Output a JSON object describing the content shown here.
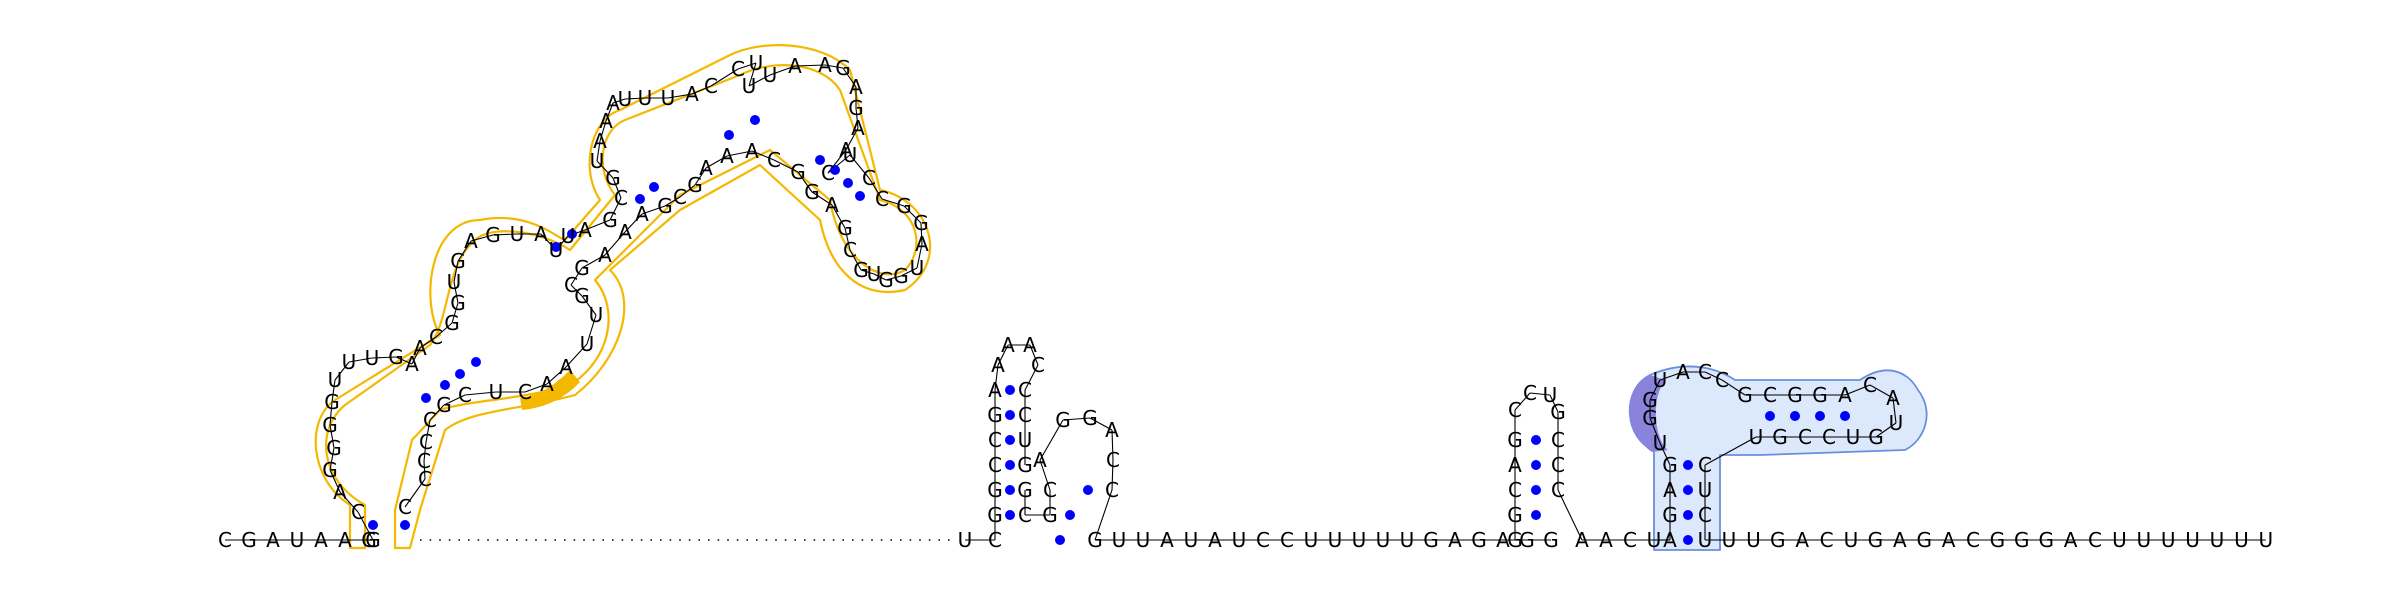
{
  "sequence_5prime": "CGAUAAG",
  "sequence_3prime": "UUGACUGAGACGGGACUUUUUUU",
  "colors": {
    "base_pair_dot": "#0000ff",
    "backbone": "#000000",
    "highlight_yellow_outline": "#f5b800",
    "highlight_yellow_fill": "#f5b800",
    "highlight_blue_fill": "#d6e4fb",
    "highlight_blue_outline": "#6a8edc",
    "highlight_purple_fill": "#8a83dc"
  },
  "structures": [
    {
      "name": "large-multiloop-domain",
      "highlight": "yellow",
      "nucleotides": [
        "G",
        "C",
        "A",
        "G",
        "G",
        "G",
        "G",
        "U",
        "U",
        "U",
        "G",
        "A",
        "A",
        "C",
        "G",
        "G",
        "U",
        "G",
        "A",
        "G",
        "U",
        "A",
        "U",
        "U",
        "A",
        "G",
        "C",
        "G",
        "U",
        "A",
        "A",
        "A",
        "U",
        "U",
        "U",
        "A",
        "C",
        "C",
        "U",
        "U",
        "U",
        "A",
        "A",
        "G",
        "A",
        "G",
        "A",
        "A",
        "C",
        "U",
        "C",
        "C",
        "G",
        "G",
        "A",
        "U",
        "G",
        "G",
        "U",
        "G",
        "C",
        "G",
        "A",
        "G",
        "G",
        "C",
        "A",
        "A",
        "A",
        "G",
        "C",
        "G",
        "A",
        "A",
        "A",
        "G",
        "C",
        "G",
        "U",
        "U",
        "A",
        "A",
        "C",
        "U",
        "C",
        "G",
        "C",
        "C",
        "C",
        "C",
        "C",
        "G"
      ]
    },
    {
      "name": "middle-hairpin-1",
      "nucleotides": [
        "U",
        "C",
        "G",
        "G",
        "C",
        "C",
        "G",
        "A",
        "A",
        "A",
        "A",
        "C",
        "C",
        "C",
        "U",
        "G"
      ]
    },
    {
      "name": "middle-hairpin-2",
      "nucleotides": [
        "G",
        "C",
        "G",
        "C",
        "A",
        "G",
        "G",
        "A",
        "C",
        "C"
      ]
    },
    {
      "name": "linker-sequence",
      "nucleotides": [
        "G",
        "U",
        "U",
        "A",
        "U",
        "A",
        "U",
        "C",
        "C",
        "U",
        "U",
        "U",
        "U",
        "U",
        "G",
        "A",
        "G",
        "A",
        "G",
        "G"
      ]
    },
    {
      "name": "right-hairpin-1",
      "nucleotides": [
        "G",
        "G",
        "C",
        "A",
        "G",
        "C",
        "C",
        "U",
        "G",
        "C",
        "C",
        "C"
      ]
    },
    {
      "name": "connector",
      "nucleotides": [
        "A",
        "A",
        "C",
        "U"
      ]
    },
    {
      "name": "right-stem-loop",
      "highlight": "blue",
      "nucleotides": [
        "A",
        "G",
        "A",
        "G",
        "U",
        "G",
        "G",
        "U",
        "A",
        "C",
        "C",
        "G",
        "C",
        "G",
        "G",
        "A",
        "C",
        "A",
        "U",
        "G",
        "U",
        "C",
        "C",
        "G",
        "U",
        "C",
        "U",
        "C",
        "U"
      ]
    }
  ]
}
